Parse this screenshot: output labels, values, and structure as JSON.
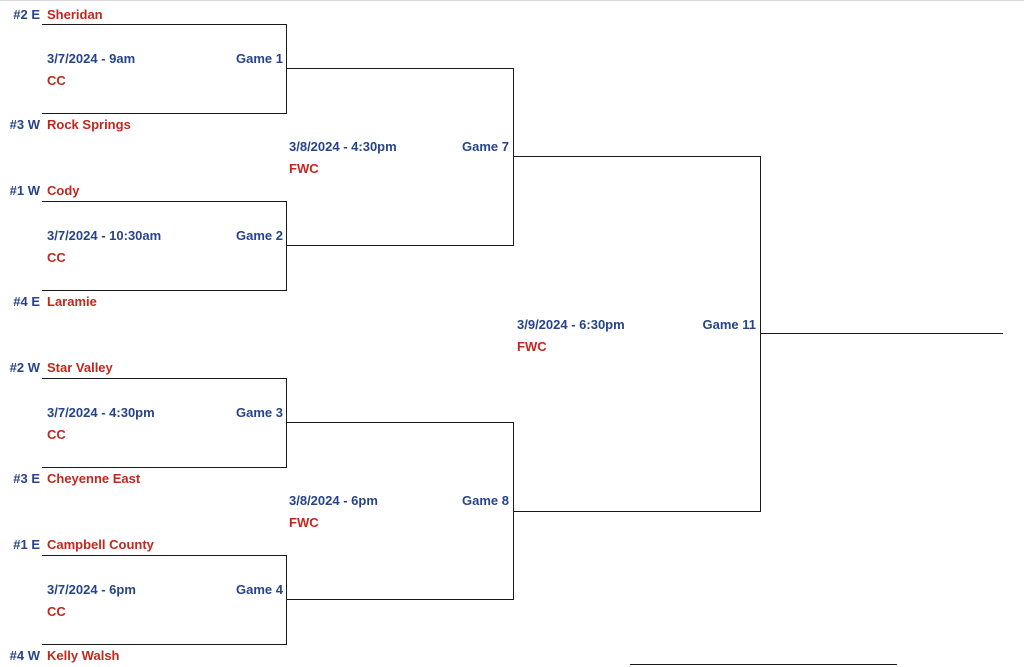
{
  "teams": [
    {
      "seed": "#2 E",
      "name": "Sheridan"
    },
    {
      "seed": "#3 W",
      "name": "Rock Springs"
    },
    {
      "seed": "#1 W",
      "name": "Cody"
    },
    {
      "seed": "#4 E",
      "name": "Laramie"
    },
    {
      "seed": "#2 W",
      "name": "Star Valley"
    },
    {
      "seed": "#3 E",
      "name": "Cheyenne East"
    },
    {
      "seed": "#1 E",
      "name": "Campbell County"
    },
    {
      "seed": "#4 W",
      "name": "Kelly Walsh"
    }
  ],
  "games": [
    {
      "label": "Game 1",
      "datetime": "3/7/2024 - 9am",
      "venue": "CC"
    },
    {
      "label": "Game 2",
      "datetime": "3/7/2024 - 10:30am",
      "venue": "CC"
    },
    {
      "label": "Game 3",
      "datetime": "3/7/2024 - 4:30pm",
      "venue": "CC"
    },
    {
      "label": "Game 4",
      "datetime": "3/7/2024 - 6pm",
      "venue": "CC"
    },
    {
      "label": "Game 7",
      "datetime": "3/8/2024 - 4:30pm",
      "venue": "FWC"
    },
    {
      "label": "Game 8",
      "datetime": "3/8/2024 - 6pm",
      "venue": "FWC"
    },
    {
      "label": "Game 11",
      "datetime": "3/9/2024 - 6:30pm",
      "venue": "FWC"
    }
  ]
}
